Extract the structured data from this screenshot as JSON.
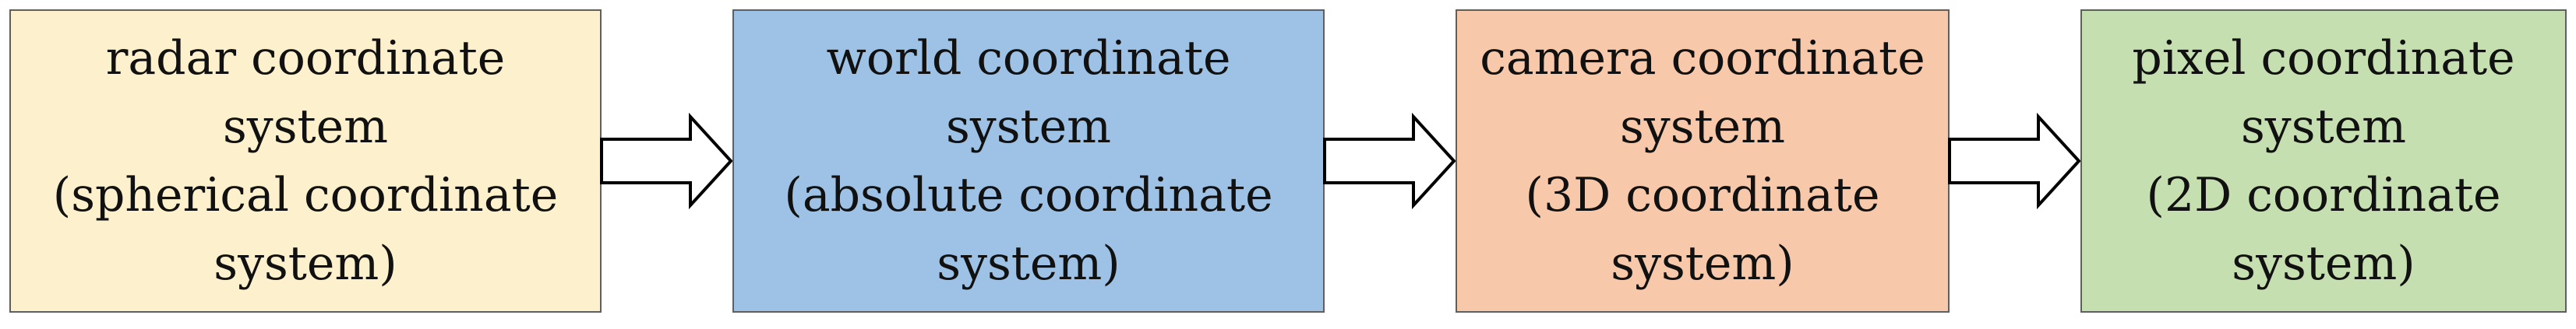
{
  "boxes": [
    {
      "lines": [
        "radar coordinate",
        "system",
        "(spherical coordinate",
        "system)"
      ],
      "fill": "#fdf0cc"
    },
    {
      "lines": [
        "world coordinate",
        "system",
        "(absolute coordinate",
        "system)"
      ],
      "fill": "#9ec2e5"
    },
    {
      "lines": [
        "camera coordinate",
        "system",
        "(3D coordinate",
        "system)"
      ],
      "fill": "#f7c8a9"
    },
    {
      "lines": [
        "pixel coordinate",
        "system",
        "(2D coordinate",
        "system)"
      ],
      "fill": "#c6dfb0"
    }
  ],
  "colors": {
    "border": "#5f5f5f",
    "arrow_fill": "#ffffff",
    "arrow_stroke": "#000000"
  }
}
